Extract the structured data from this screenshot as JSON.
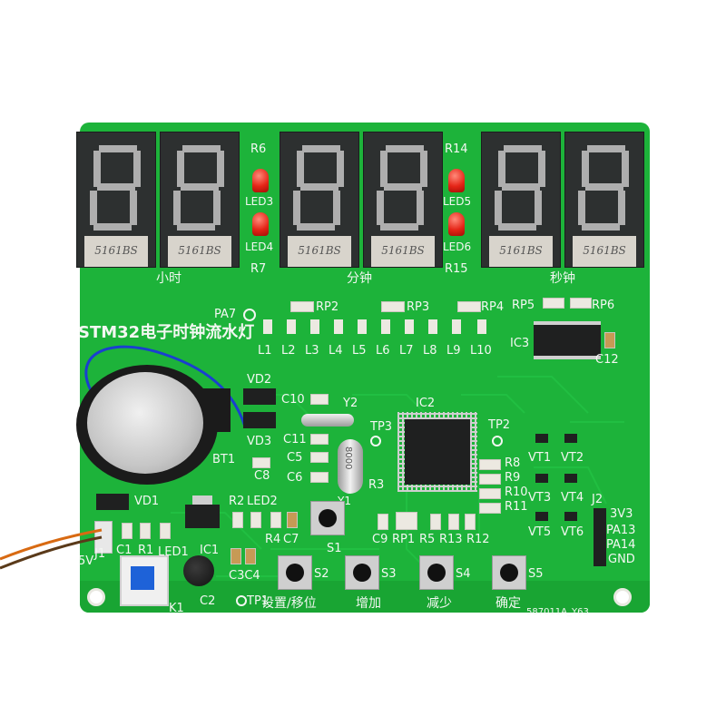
{
  "board": {
    "title": "STM32电子时钟流水灯",
    "pcb_code": "587011A_Y63",
    "colors": {
      "pcb": "#1db33a",
      "silk": "#f3f7f2",
      "digit": "#2d3030",
      "led": "#e52517"
    }
  },
  "digit_model": "5161BS",
  "group_labels": {
    "hour": "小时",
    "minute": "分钟",
    "second": "秒钟"
  },
  "labels": {
    "r6": "R6",
    "r7": "R7",
    "r14": "R14",
    "r15": "R15",
    "led3": "LED3",
    "led4": "LED4",
    "led5": "LED5",
    "led6": "LED6",
    "pa7": "PA7",
    "rp2": "RP2",
    "rp3": "RP3",
    "rp4": "RP4",
    "rp5": "RP5",
    "rp6": "RP6",
    "ic3": "IC3",
    "c12": "C12",
    "ic2": "IC2",
    "vd2": "VD2",
    "vd3": "VD3",
    "bt1": "BT1",
    "c10": "C10",
    "c11": "C11",
    "c5": "C5",
    "c6": "C6",
    "c8": "C8",
    "y2": "Y2",
    "y1": "Y1",
    "tp3": "TP3",
    "tp2": "TP2",
    "r3": "R3",
    "r8": "R8",
    "r9": "R9",
    "r10": "R10",
    "r11": "R11",
    "vt1": "VT1",
    "vt2": "VT2",
    "vt3": "VT3",
    "vt4": "VT4",
    "vt5": "VT5",
    "vt6": "VT6",
    "j2": "J2",
    "v3v3": "3V3",
    "pa13": "PA13",
    "pa14": "PA14",
    "gnd": "GND",
    "vd1": "VD1",
    "r2": "R2",
    "led2": "LED2",
    "r4": "R4",
    "c7": "C7",
    "c9": "C9",
    "rp1": "RP1",
    "r5": "R5",
    "r13": "R13",
    "r12": "R12",
    "s1": "S1",
    "s2": "S2",
    "s3": "S3",
    "s4": "S4",
    "s5": "S5",
    "j1_5v": "5V",
    "j1": "J1",
    "c1": "C1",
    "r1": "R1",
    "led1": "LED1",
    "ic1": "IC1",
    "k1": "K1",
    "c2": "C2",
    "c3c4": "C3C4",
    "tp1": "TP1",
    "crystal": "8000"
  },
  "led_bar": [
    "L1",
    "L2",
    "L3",
    "L4",
    "L5",
    "L6",
    "L7",
    "L8",
    "L9",
    "L10"
  ],
  "button_labels": {
    "set": "设置/移位",
    "inc": "增加",
    "dec": "减少",
    "ok": "确定"
  }
}
